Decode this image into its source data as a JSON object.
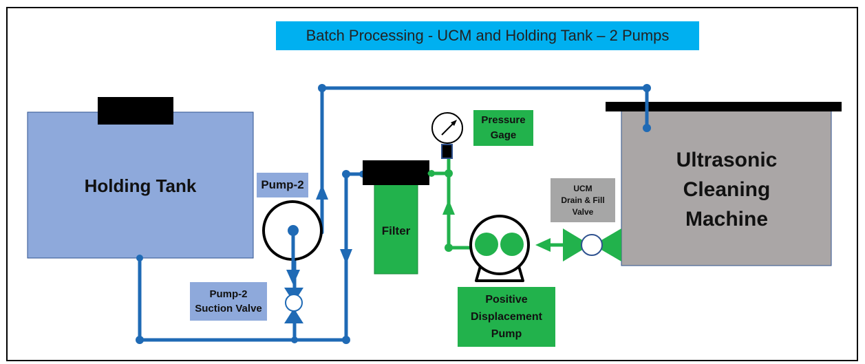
{
  "title": "Batch Processing - UCM and Holding Tank – 2 Pumps",
  "holding_tank": {
    "label": "Holding Tank"
  },
  "pump2": {
    "label": "Pump-2"
  },
  "pump2_valve": {
    "label": "Pump-2\nSuction Valve"
  },
  "filter": {
    "label": "Filter"
  },
  "pressure_gage": {
    "label": "Pressure\nGage"
  },
  "pd_pump": {
    "label": "Positive\nDisplacement\nPump"
  },
  "ucm_valve": {
    "label": "UCM\nDrain & Fill\nValve"
  },
  "ucm": {
    "label": "Ultrasonic\nCleaning\nMachine"
  },
  "colors": {
    "title_bg": "#00b0f0",
    "pipe_blue": "#1f6ab5",
    "pipe_green": "#22b24c",
    "tank_fill": "#8ea9db",
    "label_blue_bg": "#8ea9db",
    "label_green_bg": "#22b24c",
    "ucm_fill": "#aaa6a6",
    "valve_label_bg": "#a6a6a6"
  }
}
